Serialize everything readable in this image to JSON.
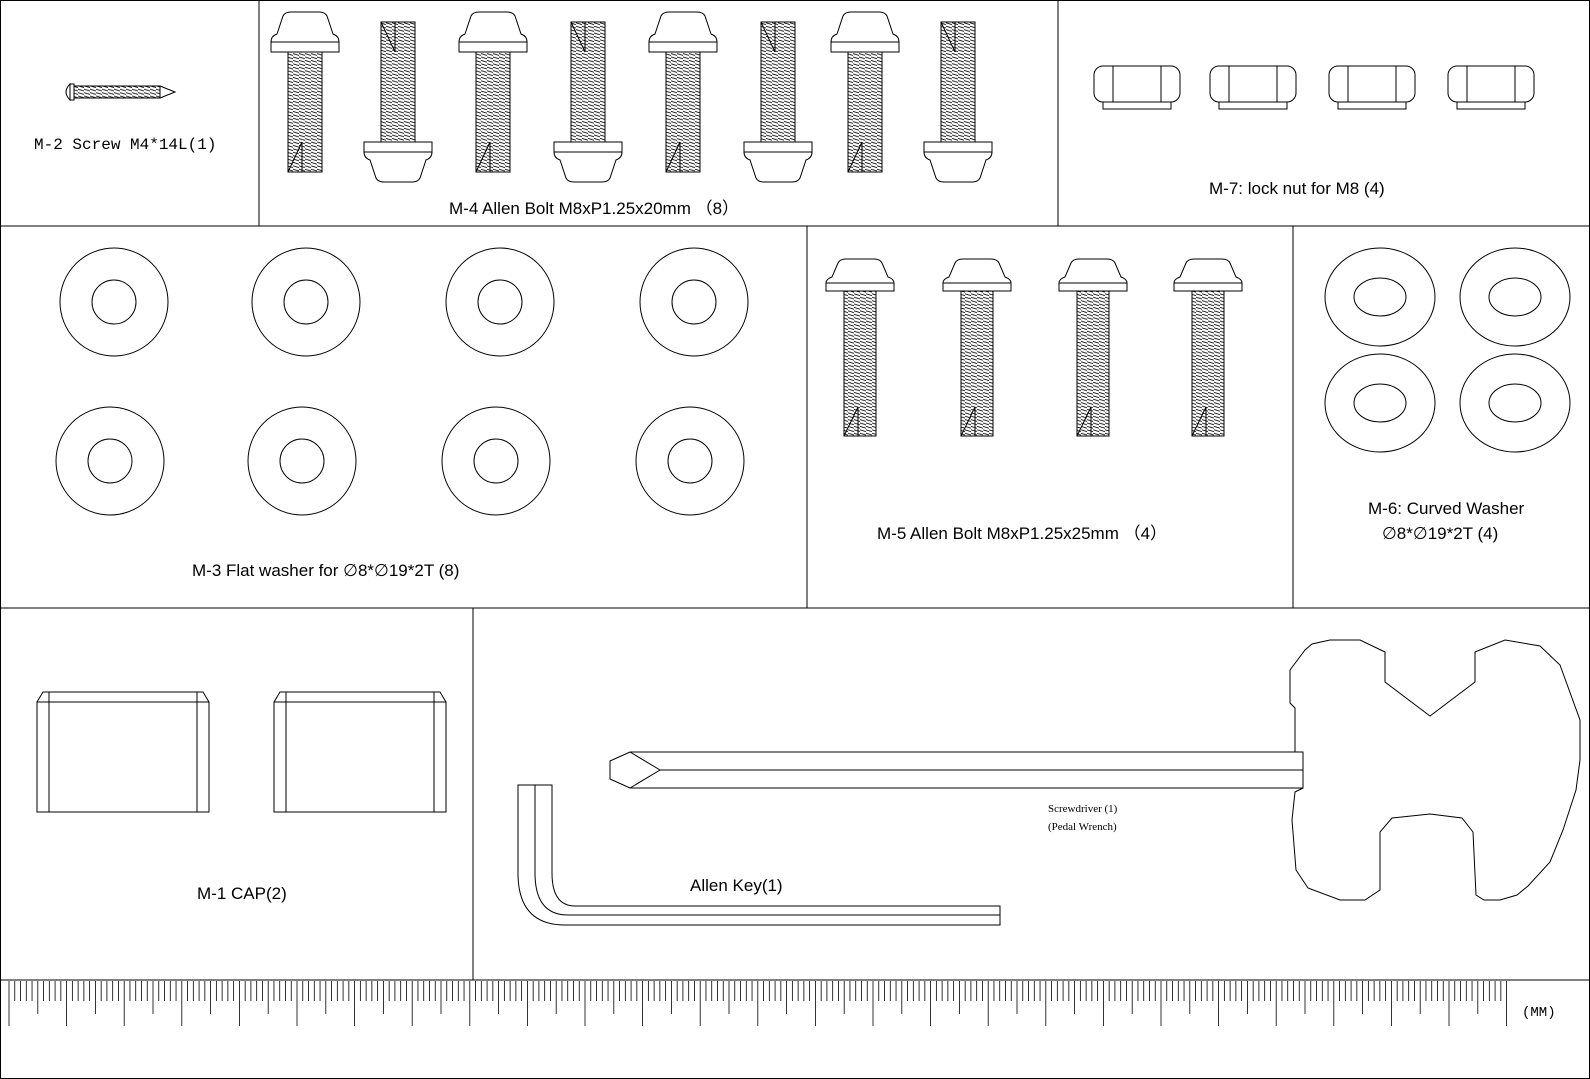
{
  "parts": {
    "m2": {
      "label": "M-2 Screw M4*14L(1)"
    },
    "m4": {
      "label": "M-4  Allen Bolt M8xP1.25x20mm （8）"
    },
    "m7": {
      "label": "M-7: lock nut for M8 (4)"
    },
    "m3": {
      "label": "M-3  Flat washer for ∅8*∅19*2T (8)"
    },
    "m5": {
      "label": "M-5  Allen Bolt M8xP1.25x25mm （4）"
    },
    "m6": {
      "label_line1": "M-6: Curved  Washer",
      "label_line2": "∅8*∅19*2T (4)"
    },
    "m1": {
      "label": "M-1 CAP(2)"
    },
    "allen_key": {
      "label": "Allen Key(1)"
    },
    "screwdriver": {
      "label_line1": "Screwdriver (1)",
      "label_line2": "(Pedal Wrench)"
    }
  },
  "ruler": {
    "unit_label": "(MM)"
  },
  "icons": [
    "screw-icon",
    "bolt-icon",
    "nut-icon",
    "washer-icon",
    "cap-icon",
    "allen-key-icon",
    "screwdriver-icon",
    "ruler-icon"
  ]
}
